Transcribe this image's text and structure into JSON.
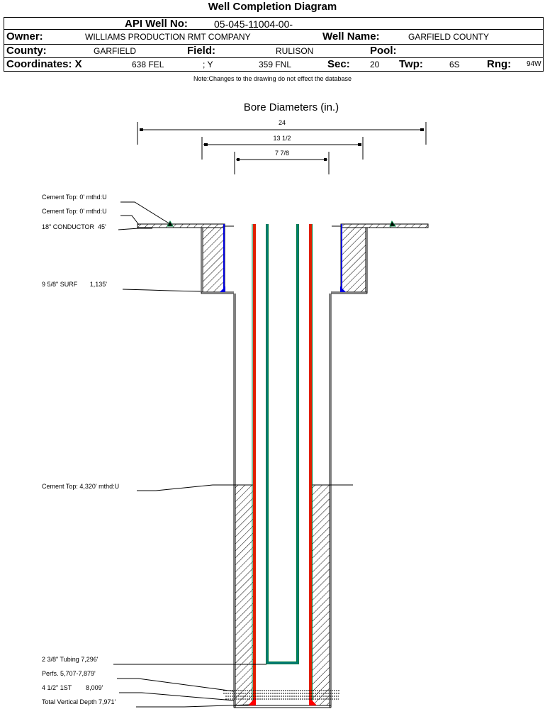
{
  "title": "Well Completion Diagram",
  "header": {
    "api_label": "API Well No:",
    "api_value": "05-045-11004-00-",
    "owner_label": "Owner:",
    "owner_value": "WILLIAMS PRODUCTION RMT COMPANY",
    "well_name_label": "Well Name:",
    "well_name_value": "GARFIELD COUNTY",
    "county_label": "County:",
    "county_value": "GARFIELD",
    "field_label": "Field:",
    "field_value": "RULISON",
    "pool_label": "Pool:",
    "pool_value": "",
    "coords_label": "Coordinates: X",
    "coord_x_value": "638 FEL",
    "coord_y_label": "; Y",
    "coord_y_value": "359 FNL",
    "sec_label": "Sec:",
    "sec_value": "20",
    "twp_label": "Twp:",
    "twp_value": "6S",
    "rng_label": "Rng:",
    "rng_value": "94W"
  },
  "note": "Note:Changes to the drawing do not effect the database",
  "diagram": {
    "bore_title": "Bore Diameters (in.)",
    "bore_diameters": [
      "24",
      "13 1/2",
      "7 7/8"
    ],
    "labels": {
      "cement_top_1": "Cement Top: 0' mthd:U",
      "cement_top_2": "Cement Top: 0' mthd:U",
      "conductor": "18\" CONDUCTOR  45'",
      "surface": "9 5/8\" SURF       1,135'",
      "cement_top_3": "Cement Top: 4,320' mthd:U",
      "tubing": "2 3/8\" Tubing 7,296'",
      "perfs": "Perfs. 5,707-7,879'",
      "production": "4 1/2\" 1ST        8,009'",
      "tvd": "Total Vertical Depth 7,971'"
    },
    "colors": {
      "production_casing": "#e02000",
      "tubing": "#008040",
      "surface_casing": "#0000e0",
      "cement_marker": "#008040",
      "shoe": "#ff0000"
    }
  }
}
